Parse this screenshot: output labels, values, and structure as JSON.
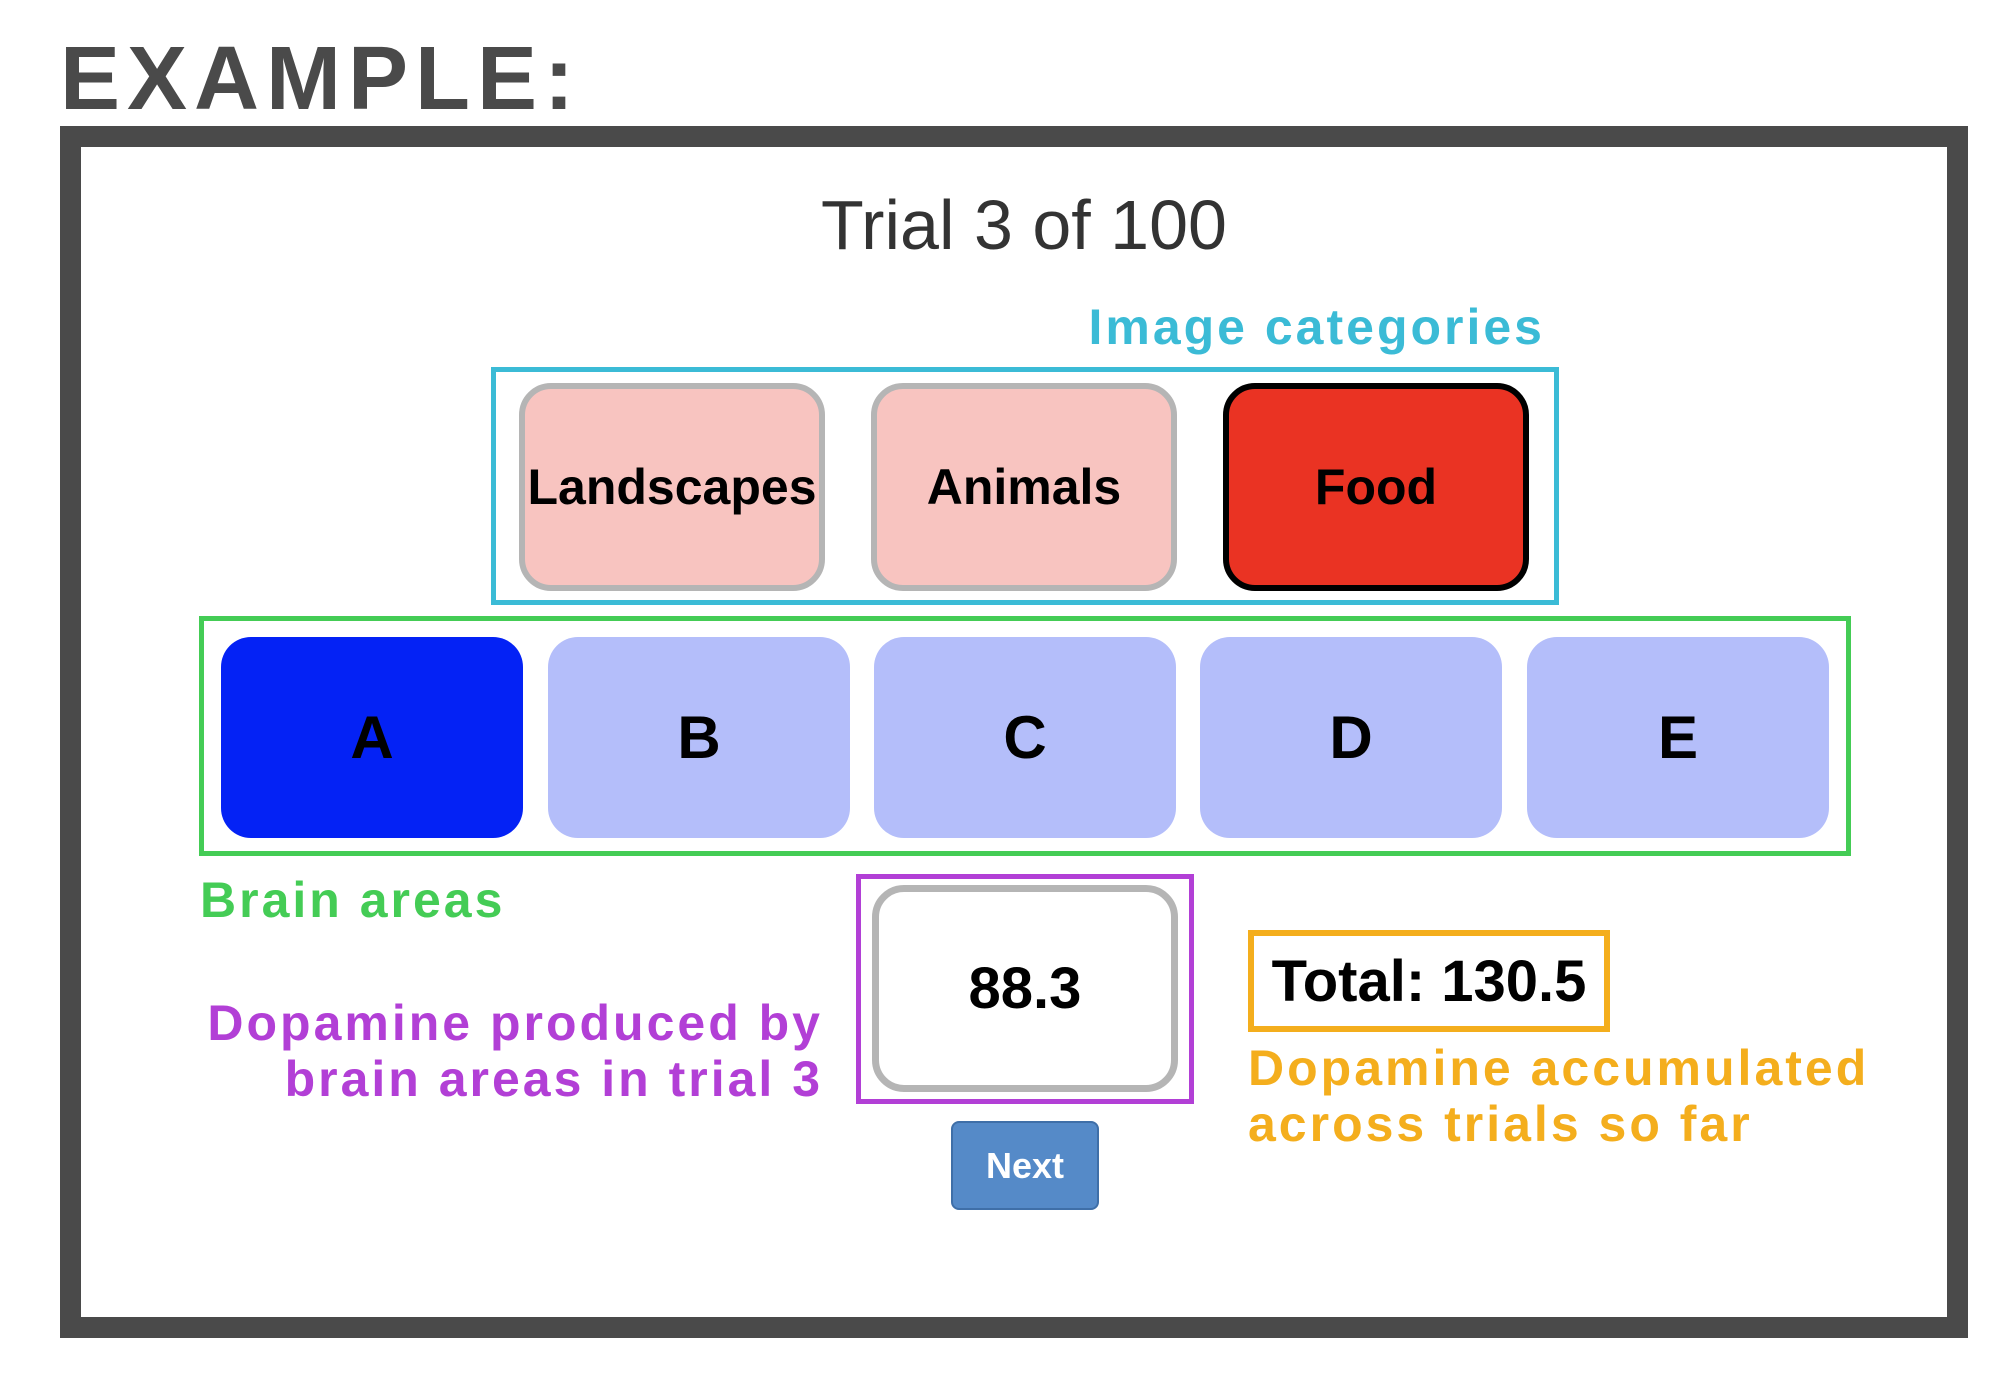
{
  "heading": "EXAMPLE:",
  "trial": {
    "title": "Trial 3 of 100"
  },
  "categories": {
    "label": "Image categories",
    "label_color": "#3bbbd6",
    "items": [
      {
        "label": "Landscapes",
        "selected": false
      },
      {
        "label": "Animals",
        "selected": false
      },
      {
        "label": "Food",
        "selected": true
      }
    ]
  },
  "brain_areas": {
    "label": "Brain areas",
    "label_color": "#44cc55",
    "items": [
      {
        "label": "A",
        "selected": true
      },
      {
        "label": "B",
        "selected": false
      },
      {
        "label": "C",
        "selected": false
      },
      {
        "label": "D",
        "selected": false
      },
      {
        "label": "E",
        "selected": false
      }
    ]
  },
  "dopamine_trial": {
    "value": "88.3",
    "label_line1": "Dopamine produced by",
    "label_line2": "brain areas in trial 3",
    "label_color": "#b23fd6"
  },
  "total": {
    "text": "Total: 130.5",
    "label_line1": "Dopamine accumulated",
    "label_line2": "across trials so far",
    "label_color": "#f4ae1d"
  },
  "next_button": {
    "label": "Next"
  }
}
